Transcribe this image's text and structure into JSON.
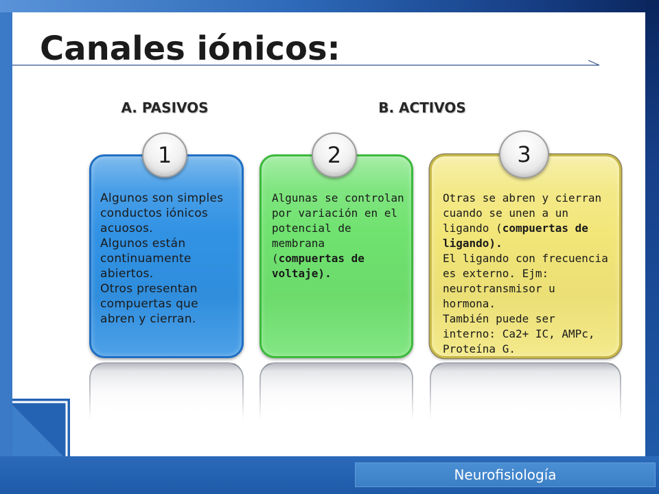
{
  "slide": {
    "title": "Canales iónicos:",
    "sections": [
      {
        "label": "A. PASIVOS"
      },
      {
        "label": "B. ACTIVOS"
      }
    ],
    "cards": [
      {
        "number": "1",
        "fill": "#3192e4",
        "edge": "#1f6fc4",
        "lines": [
          [
            {
              "text": "Algunos son simples",
              "bold": false
            }
          ],
          [
            {
              "text": "conductos iónicos",
              "bold": false
            }
          ],
          [
            {
              "text": "acuosos.",
              "bold": false
            }
          ],
          [
            {
              "text": "Algunos están",
              "bold": false
            }
          ],
          [
            {
              "text": "continuamente",
              "bold": false
            }
          ],
          [
            {
              "text": "abiertos.",
              "bold": false
            }
          ],
          [
            {
              "text": "Otros presentan",
              "bold": false
            }
          ],
          [
            {
              "text": "compuertas que",
              "bold": false
            }
          ],
          [
            {
              "text": "abren y cierran.",
              "bold": false
            }
          ]
        ]
      },
      {
        "number": "2",
        "fill": "#6fe26f",
        "edge": "#3cb93c",
        "lines": [
          [
            {
              "text": "Algunas se controlan",
              "bold": false
            }
          ],
          [
            {
              "text": "por variación en el",
              "bold": false
            }
          ],
          [
            {
              "text": "potencial de",
              "bold": false
            }
          ],
          [
            {
              "text": "membrana",
              "bold": false
            }
          ],
          [
            {
              "text": "(",
              "bold": false
            },
            {
              "text": "compuertas de",
              "bold": true
            }
          ],
          [
            {
              "text": "voltaje).",
              "bold": true
            }
          ]
        ]
      },
      {
        "number": "3",
        "fill": "#f2e679",
        "edge": "#c9b94a",
        "lines": [
          [
            {
              "text": "Otras se abren y cierran",
              "bold": false
            }
          ],
          [
            {
              "text": "cuando se unen a un",
              "bold": false
            }
          ],
          [
            {
              "text": "ligando (",
              "bold": false
            },
            {
              "text": "compuertas de",
              "bold": true
            }
          ],
          [
            {
              "text": "ligando).",
              "bold": true
            }
          ],
          [
            {
              "text": "El ligando con frecuencia",
              "bold": false
            }
          ],
          [
            {
              "text": "es externo. Ejm:",
              "bold": false
            }
          ],
          [
            {
              "text": "neurotransmisor u",
              "bold": false
            }
          ],
          [
            {
              "text": "hormona.",
              "bold": false
            }
          ],
          [
            {
              "text": "También puede ser",
              "bold": false
            }
          ],
          [
            {
              "text": "interno: Ca2+ IC, AMPc,",
              "bold": false
            }
          ],
          [
            {
              "text": "Proteína G.",
              "bold": false
            }
          ]
        ]
      }
    ]
  },
  "footer": {
    "label": "Neurofisiología"
  }
}
